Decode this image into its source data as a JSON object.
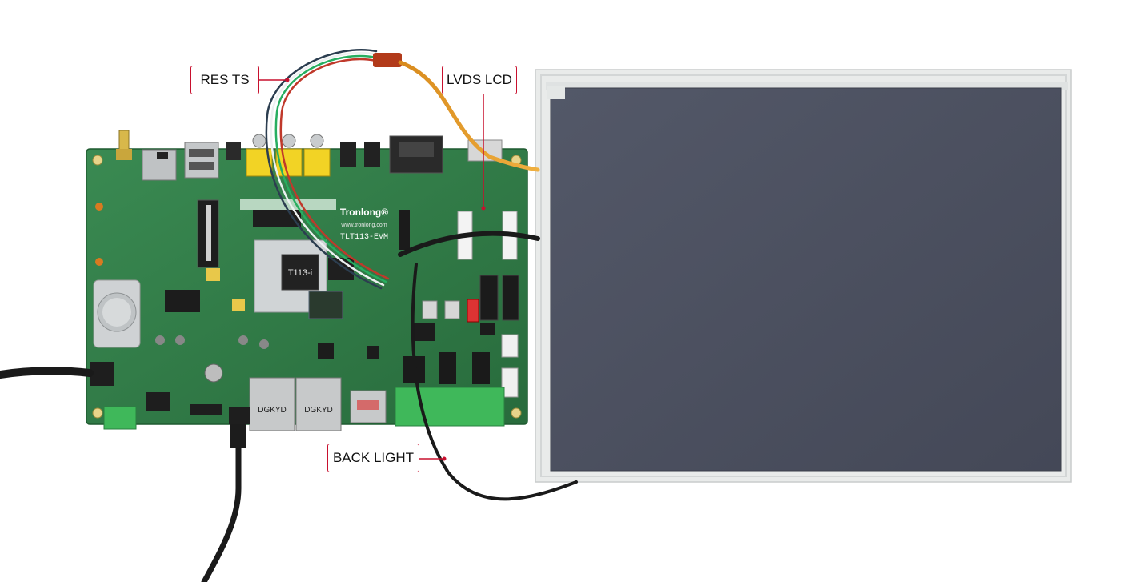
{
  "labels": {
    "res_ts": "RES TS",
    "lvds_lcd": "LVDS LCD",
    "back_light": "BACK LIGHT"
  },
  "board": {
    "brand": "Tronlong®",
    "website": "www.tronlong.com",
    "model": "TLT113-EVM",
    "soc": "T113-i",
    "jack1": "DGKYD",
    "jack2": "DGKYD"
  },
  "colors": {
    "pcb": "#2f7d46",
    "lcd_panel": "#4b5060",
    "callout_border": "#c8102e",
    "leader_line": "#c8102e",
    "terminal_block": "#3fb85a"
  }
}
